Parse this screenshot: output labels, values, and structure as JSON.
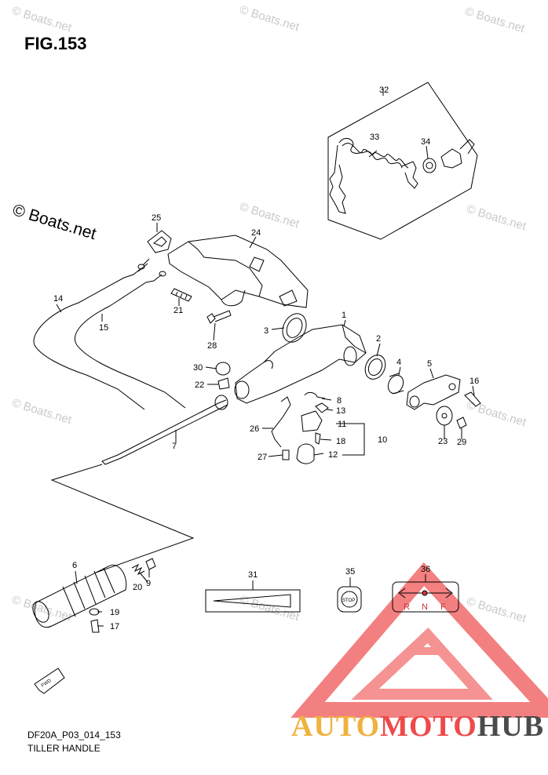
{
  "figure": {
    "title": "FIG.153",
    "model_code": "DF20A_P03_014_153",
    "caption": "TILLER HANDLE"
  },
  "watermark": {
    "main": "© Boats.net",
    "repeat": "© Boats.net"
  },
  "brand": {
    "part1": "AUTO",
    "part2": "MOTO",
    "part3": "HUB",
    "color1": "#f0b13e",
    "color2": "#ee4a4a",
    "color3": "#4b4b4b"
  },
  "part_labels": [
    "1",
    "2",
    "3",
    "4",
    "5",
    "6",
    "7",
    "8",
    "9",
    "10",
    "11",
    "12",
    "13",
    "14",
    "15",
    "16",
    "17",
    "18",
    "19",
    "20",
    "21",
    "22",
    "23",
    "24",
    "25",
    "26",
    "27",
    "28",
    "29",
    "30",
    "31",
    "32",
    "33",
    "34",
    "35",
    "36"
  ],
  "decal_text": {
    "stop": "STOP",
    "fwd": "FWD",
    "shift": [
      "R",
      "N",
      "F"
    ]
  }
}
